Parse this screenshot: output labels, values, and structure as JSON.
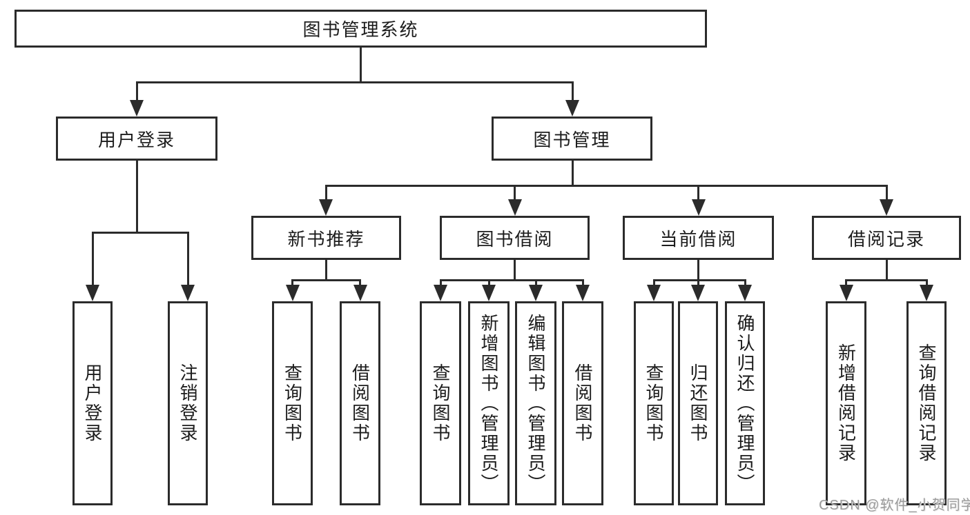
{
  "diagram": {
    "title": "图书管理系统",
    "root": {
      "label": "图书管理系统",
      "children": [
        {
          "label": "用户登录",
          "children": [
            {
              "label": "用户登录"
            },
            {
              "label": "注销登录"
            }
          ]
        },
        {
          "label": "图书管理",
          "children": [
            {
              "label": "新书推荐",
              "children": [
                {
                  "label": "查询图书"
                },
                {
                  "label": "借阅图书"
                }
              ]
            },
            {
              "label": "图书借阅",
              "children": [
                {
                  "label": "查询图书"
                },
                {
                  "label": "新增图书（管理员）"
                },
                {
                  "label": "编辑图书（管理员）"
                },
                {
                  "label": "借阅图书"
                }
              ]
            },
            {
              "label": "当前借阅",
              "children": [
                {
                  "label": "查询图书"
                },
                {
                  "label": "归还图书"
                },
                {
                  "label": "确认归还（管理员）"
                }
              ]
            },
            {
              "label": "借阅记录",
              "children": [
                {
                  "label": "新增借阅记录"
                },
                {
                  "label": "查询借阅记录"
                }
              ]
            }
          ]
        }
      ]
    }
  },
  "watermark": {
    "text": "CSDN @软件_小贺同学"
  },
  "colors": {
    "line": "#2b2b2b",
    "text": "#1c1c1c",
    "watermark": "#9b9b9b",
    "background": "#ffffff"
  }
}
